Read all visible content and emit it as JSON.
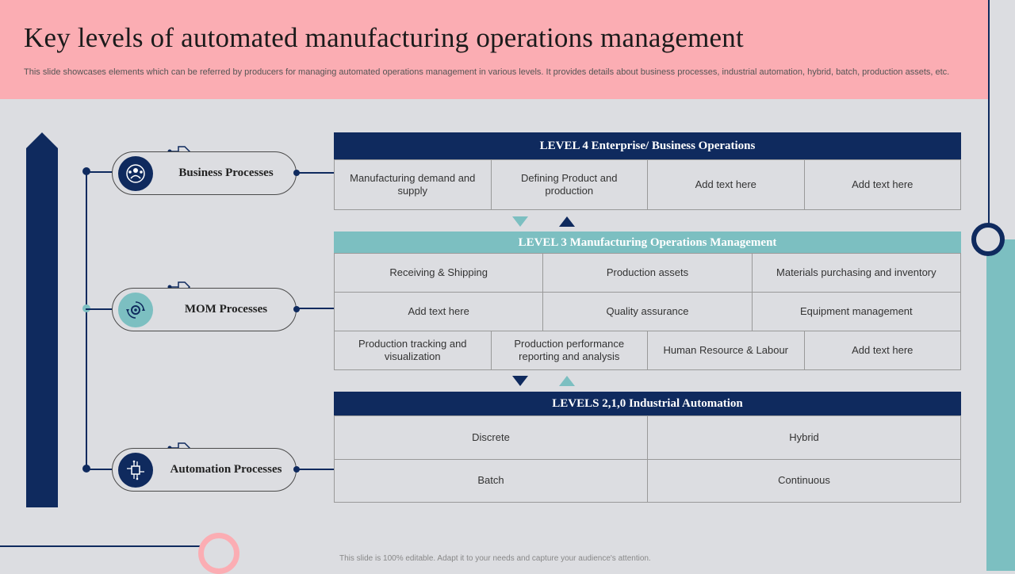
{
  "slide": {
    "title": "Key levels of automated manufacturing operations management",
    "subtitle": "This slide showcases elements which can be referred by producers for managing automated operations management in various levels. It provides details about business processes, industrial automation, hybrid, batch, production assets, etc.",
    "footer": "This slide is 100% editable. Adapt it to your needs and capture your audience's attention."
  },
  "colors": {
    "navy": "#0f2a5e",
    "teal": "#7cbfc1",
    "pink": "#fbadb3",
    "background": "#dcdde1"
  },
  "processes": [
    {
      "label": "Business Processes",
      "icon": "people-network-icon"
    },
    {
      "label": "MOM Processes",
      "icon": "gear-cycle-icon"
    },
    {
      "label": "Automation Processes",
      "icon": "circuit-chip-icon"
    }
  ],
  "levels": [
    {
      "title": "LEVEL 4 Enterprise/  Business Operations",
      "cells": [
        "Manufacturing  demand and supply",
        "Defining  Product  and production",
        "Add text here",
        "Add text here"
      ]
    },
    {
      "title": "LEVEL 3 Manufacturing  Operations  Management",
      "row1": [
        "Receiving  & Shipping",
        "Production  assets",
        "Materials  purchasing and  inventory"
      ],
      "row2": [
        "Add text here",
        "Quality  assurance",
        "Equipment  management"
      ],
      "row3": [
        "Production  tracking and visualization",
        "Production  performance reporting  and  analysis",
        "Human Resource  & Labour",
        "Add text here"
      ]
    },
    {
      "title": "LEVELS  2,1,0 Industrial  Automation",
      "cells": [
        "Discrete",
        "Hybrid",
        "Batch",
        "Continuous"
      ]
    }
  ]
}
